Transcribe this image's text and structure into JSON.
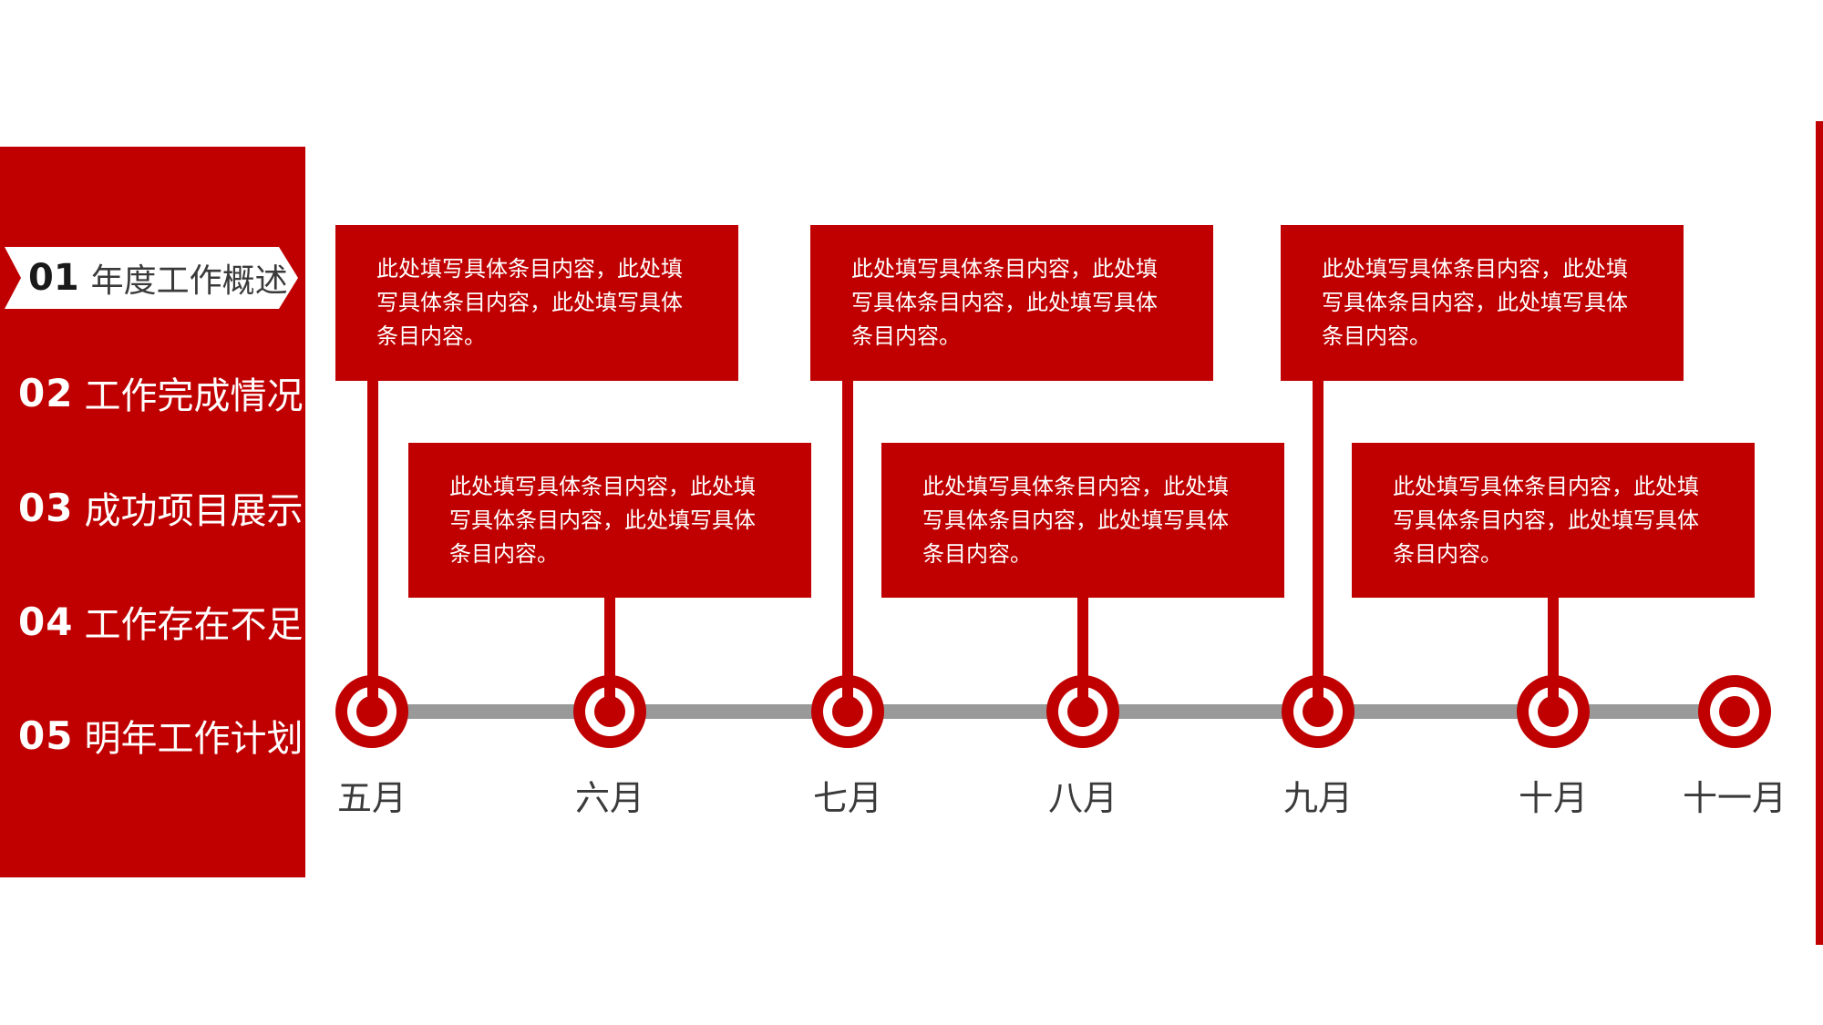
{
  "colors": {
    "accent_red": "#C00000",
    "timeline_gray": "#999999",
    "dark_text": "#3a3a3a",
    "white_text": "#ffffff"
  },
  "sidebar": {
    "items": [
      {
        "number": "01",
        "label": "年度工作概述",
        "active": true
      },
      {
        "number": "02",
        "label": "工作完成情况",
        "active": false
      },
      {
        "number": "03",
        "label": "成功项目展示",
        "active": false
      },
      {
        "number": "04",
        "label": "工作存在不足",
        "active": false
      },
      {
        "number": "05",
        "label": "明年工作计划",
        "active": false
      }
    ]
  },
  "timeline": {
    "months": [
      "五月",
      "六月",
      "七月",
      "八月",
      "九月",
      "十月",
      "十一月"
    ],
    "entry_text": "此处填写具体条目内容，此处填写具体条目内容，此处填写具体条目内容。",
    "callouts": [
      {
        "month": "五月",
        "row": "upper"
      },
      {
        "month": "六月",
        "row": "lower"
      },
      {
        "month": "七月",
        "row": "upper"
      },
      {
        "month": "八月",
        "row": "lower"
      },
      {
        "month": "九月",
        "row": "upper"
      },
      {
        "month": "十月",
        "row": "lower"
      }
    ]
  }
}
